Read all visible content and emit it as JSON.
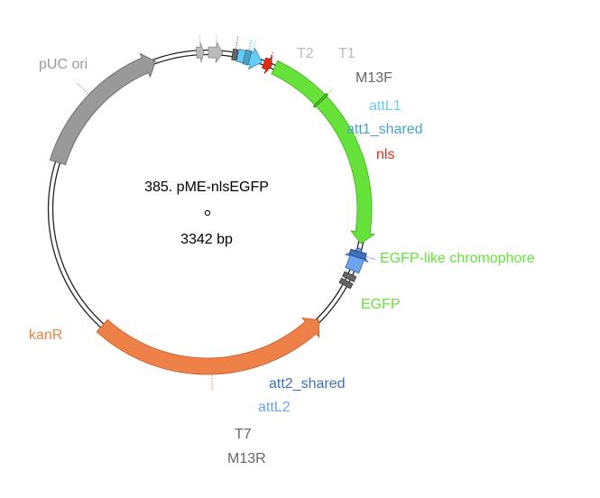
{
  "plasmid": {
    "name": "385. pME-nlsEGFP",
    "length": "3342 bp"
  },
  "colors": {
    "gray": "#999999",
    "light_gray": "#bbbbbb",
    "dark_gray": "#666666",
    "light_blue": "#66ccf5",
    "teal_blue": "#4aa3c6",
    "red": "#e02b1a",
    "green": "#66e23a",
    "green_dark": "#4bbd22",
    "blue": "#6aa5f0",
    "blue_dark": "#3f6fbd",
    "orange": "#ee8148",
    "orange_dark": "#cc6530"
  },
  "features": {
    "puc_ori": {
      "label": "pUC ori",
      "start": 2668,
      "end": 3162,
      "direction": "forward"
    },
    "t2": {
      "label": "T2",
      "start": 3305,
      "end": 3330,
      "direction": "forward"
    },
    "t1": {
      "label": "T1",
      "start": 3,
      "end": 52,
      "direction": "forward"
    },
    "m13f": {
      "label": "M13F",
      "start": 85,
      "end": 101
    },
    "attl1": {
      "label": "attL1",
      "start": 104,
      "end": 189,
      "direction": "forward"
    },
    "att1_shared": {
      "label": "att1_shared",
      "start": 126,
      "end": 145
    },
    "nls": {
      "label": "nls",
      "start": 196,
      "end": 223,
      "direction": "forward"
    },
    "egfp": {
      "label": "EGFP",
      "start": 235,
      "end": 952,
      "direction": "forward"
    },
    "egfp_chromophore": {
      "label": "EGFP-like chromophore",
      "start": 424,
      "end": 432
    },
    "attl2": {
      "label": "attL2",
      "start": 968,
      "end": 1048,
      "direction": "reverse"
    },
    "att2_shared": {
      "label": "att2_shared",
      "start": 980,
      "end": 1000
    },
    "t7": {
      "label": "T7",
      "start": 1062,
      "end": 1080
    },
    "m13r": {
      "label": "M13R",
      "start": 1088,
      "end": 1105
    },
    "kanr": {
      "label": "kanR",
      "start": 1252,
      "end": 2062,
      "direction": "reverse"
    }
  }
}
